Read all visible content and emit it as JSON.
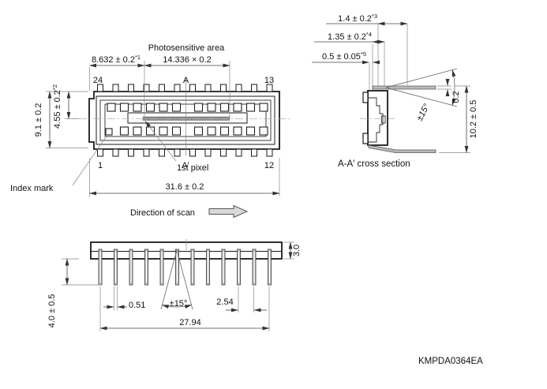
{
  "top_view": {
    "title": "Photosensitive area",
    "dims": {
      "first_pixel_offset": {
        "text": "8.632 ± 0.2",
        "sup": "*1"
      },
      "area_size": {
        "text": "14.336 × 0.2"
      },
      "center_offset": {
        "text": "4.55 ± 0.2",
        "sup": "*2"
      },
      "height": {
        "text": "9.1 ± 0.2"
      },
      "width": {
        "text": "31.6 ± 0.2"
      }
    },
    "pins": {
      "top_left": "24",
      "top_right": "13",
      "bottom_left": "1",
      "bottom_right": "12"
    },
    "section": {
      "start": "A",
      "end": "A′"
    },
    "labels": {
      "first_pixel": "1st pixel",
      "index_mark": "Index mark",
      "scan": "Direction of scan"
    }
  },
  "cross_section": {
    "title": "A-A′ cross section",
    "dims": {
      "d1": {
        "text": "1.4 ± 0.2",
        "sup": "*3"
      },
      "d2": {
        "text": "1.35 ± 0.2",
        "sup": "*4"
      },
      "d3": {
        "text": "0.5 ± 0.05",
        "sup": "*5"
      },
      "lead_thickness": {
        "text": "0.2"
      },
      "total_height": {
        "text": "10.2 ± 0.5"
      },
      "bend_tolerance": {
        "text": "±15°"
      }
    }
  },
  "bottom_view": {
    "dims": {
      "body_thickness": {
        "text": "3.0"
      },
      "lead_length": {
        "text": "4.0 ± 0.5"
      },
      "lead_width": {
        "text": "0.51"
      },
      "lead_pitch": {
        "text": "2.54"
      },
      "lead_span": {
        "text": "27.94"
      },
      "splay_tolerance": {
        "text": "±15°"
      }
    }
  },
  "footer": {
    "code": "KMPDA0364EA"
  },
  "colors": {
    "line": "#1a1a1a",
    "dimension": "#444444",
    "centerline": "#b0b0b0",
    "lead_fill": "#c8c8c8",
    "strip_fill": "#8f8f8f",
    "arrow_fill": "#d9d9d9"
  }
}
